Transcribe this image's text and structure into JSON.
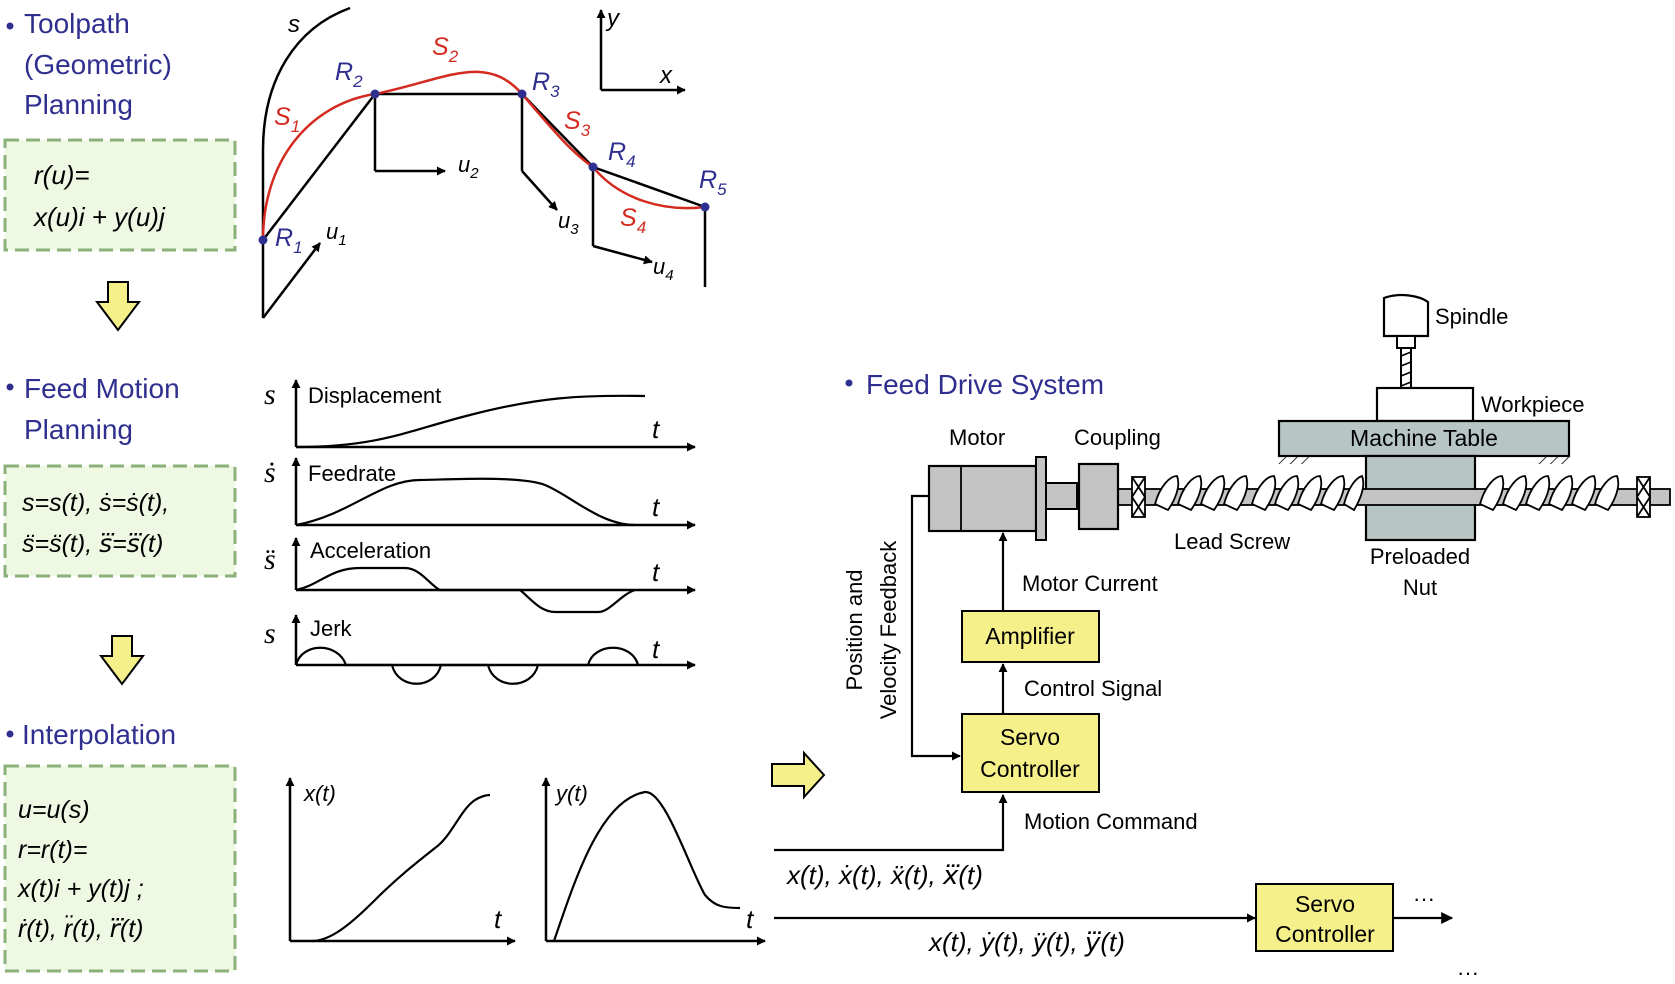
{
  "colors": {
    "heading": "#2f2f8f",
    "curve": "#d42a1f",
    "point": "#2f2f8f",
    "box_fill": "#eef8e3",
    "box_border": "#8bb07a",
    "arrow_fill": "#f5f08a",
    "controller_fill": "#f5f08a",
    "table_fill": "#b7c6c4",
    "motor_fill": "#c4c4c4"
  },
  "sections": {
    "toolpath": {
      "heading": [
        "Toolpath",
        "(Geometric)",
        "Planning"
      ],
      "formula": [
        "r(u)=",
        "x(u)i + y(u)j"
      ]
    },
    "feed": {
      "heading": [
        "Feed Motion",
        "Planning"
      ],
      "formula": [
        "s=s(t), ṡ=ṡ(t),",
        "s̈=s̈(t), s⃛=s⃛(t)"
      ]
    },
    "interp": {
      "heading": [
        "Interpolation"
      ],
      "formula": [
        "u=u(s)",
        "r=r(t)=",
        "x(t)i + y(t)j ;",
        "ṙ(t), r̈(t), r⃛(t)"
      ]
    }
  },
  "toolpath": {
    "s_label": "s",
    "axis_y": "y",
    "axis_x": "x",
    "points": [
      "R",
      "R",
      "R",
      "R",
      "R"
    ],
    "point_subs": [
      "1",
      "2",
      "3",
      "4",
      "5"
    ],
    "segments": [
      "S",
      "S",
      "S",
      "S"
    ],
    "segment_subs": [
      "1",
      "2",
      "3",
      "4"
    ],
    "u_labels": [
      "u",
      "u",
      "u",
      "u"
    ],
    "u_subs": [
      "1",
      "2",
      "3",
      "4"
    ]
  },
  "profiles": {
    "t_label": "t",
    "rows": [
      {
        "symbol": "s",
        "label": "Displacement"
      },
      {
        "symbol": "ṡ",
        "label": "Feedrate"
      },
      {
        "symbol": "s̈",
        "label": "Acceleration"
      },
      {
        "symbol": "s⃛",
        "label": "Jerk"
      }
    ]
  },
  "interp_plots": {
    "x_label": "x(t)",
    "y_label": "y(t)",
    "t_label": "t"
  },
  "feed_drive": {
    "heading": "Feed Drive System",
    "motor": "Motor",
    "coupling": "Coupling",
    "lead_screw": "Lead Screw",
    "preloaded_nut": [
      "Preloaded",
      "Nut"
    ],
    "machine_table": "Machine Table",
    "workpiece": "Workpiece",
    "spindle": "Spindle",
    "motor_current": "Motor Current",
    "amplifier": "Amplifier",
    "control_signal": "Control Signal",
    "servo_controller": [
      "Servo",
      "Controller"
    ],
    "motion_command": "Motion Command",
    "feedback": [
      "Position and",
      "Velocity Feedback"
    ],
    "x_signals": "x(t), ẋ(t), ẍ(t), x⃛(t)",
    "y_signals": "x(t), ẏ(t), ÿ(t), y⃛(t)",
    "servo_controller_2": [
      "Servo",
      "Controller"
    ],
    "ellipsis": "···"
  }
}
